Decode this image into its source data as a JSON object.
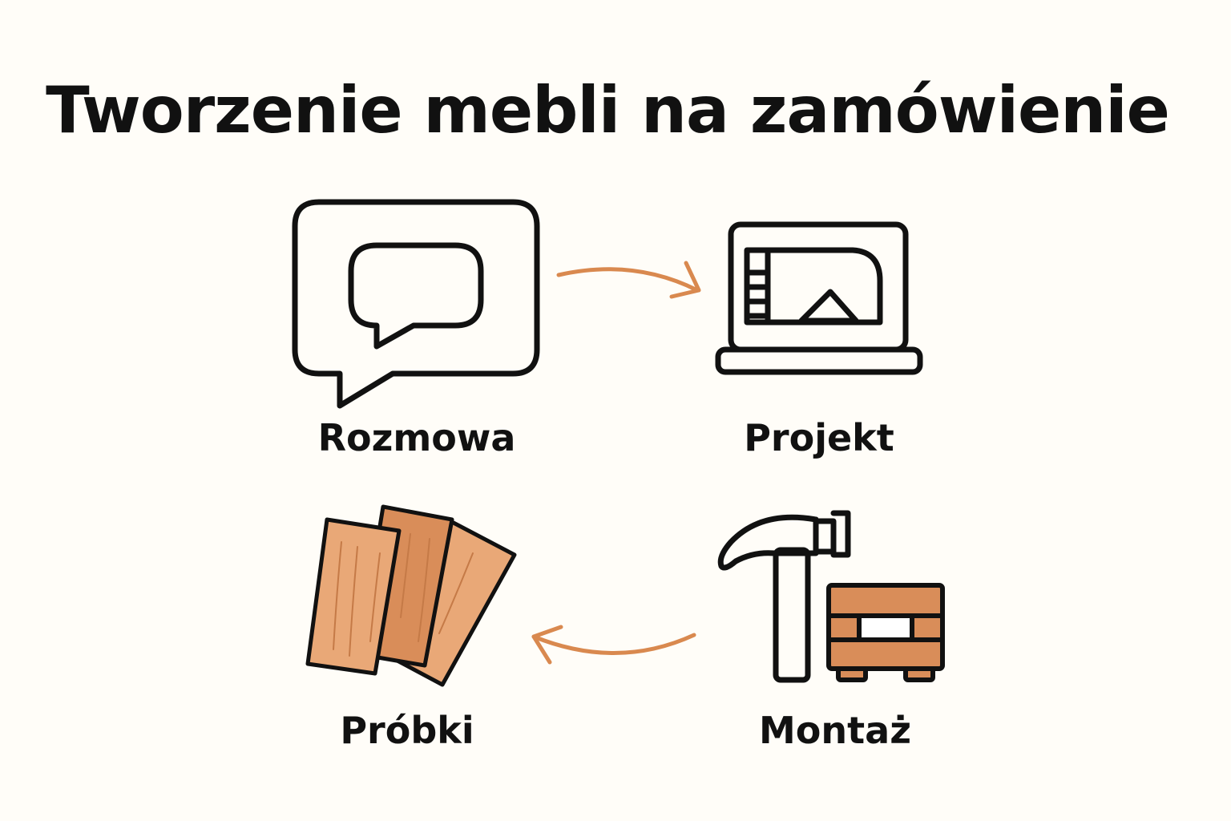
{
  "title": "Tworzenie mebli na zamówienie",
  "steps": [
    {
      "label": "Rozmowa",
      "icon": "speech-bubble-icon"
    },
    {
      "label": "Projekt",
      "icon": "laptop-design-icon"
    },
    {
      "label": "Próbki",
      "icon": "wood-samples-icon"
    },
    {
      "label": "Montaż",
      "icon": "hammer-crate-icon"
    }
  ],
  "colors": {
    "background": "#fffdf8",
    "ink": "#111111",
    "accent": "#d9894f",
    "wood_light": "#e9a877",
    "wood_dark": "#d98d59"
  }
}
